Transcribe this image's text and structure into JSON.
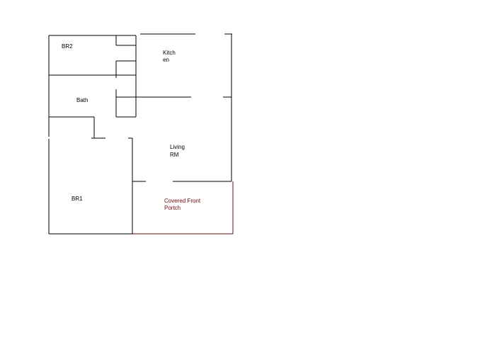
{
  "rooms": {
    "bedroom2": {
      "label": "BR2"
    },
    "kitchen": {
      "line1": "Kitch",
      "line2": "en"
    },
    "bath": {
      "label": "Bath"
    },
    "living": {
      "line1": "Living",
      "line2": "RM"
    },
    "bedroom1": {
      "label": "BR1"
    },
    "porch": {
      "line1": "Covered Front",
      "line2": "Portch"
    }
  },
  "colors": {
    "walls": "#000000",
    "porch": "#8b0000",
    "background": "#ffffff"
  }
}
